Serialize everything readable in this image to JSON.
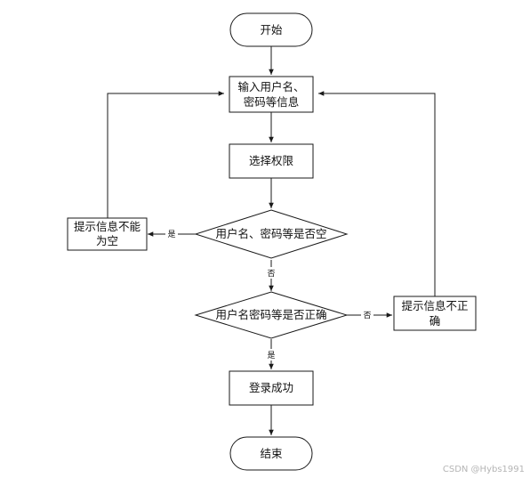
{
  "nodes": {
    "start": {
      "lines": [
        "开始"
      ]
    },
    "input": {
      "lines": [
        "输入用户名、",
        "密码等信息"
      ]
    },
    "select_role": {
      "lines": [
        "选择权限"
      ]
    },
    "check_empty": {
      "lines": [
        "用户名、密码等是否空"
      ]
    },
    "empty_prompt": {
      "lines": [
        "提示信息不能",
        "为空"
      ]
    },
    "check_correct": {
      "lines": [
        "用户名密码等是否正确"
      ]
    },
    "incorrect_prompt": {
      "lines": [
        "提示信息不正",
        "确"
      ]
    },
    "login_success": {
      "lines": [
        "登录成功"
      ]
    },
    "end": {
      "lines": [
        "结束"
      ]
    }
  },
  "edge_labels": {
    "empty_yes": "是",
    "empty_no": "否",
    "correct_no": "否",
    "correct_yes": "是"
  },
  "watermark": "CSDN @Hybs1991"
}
